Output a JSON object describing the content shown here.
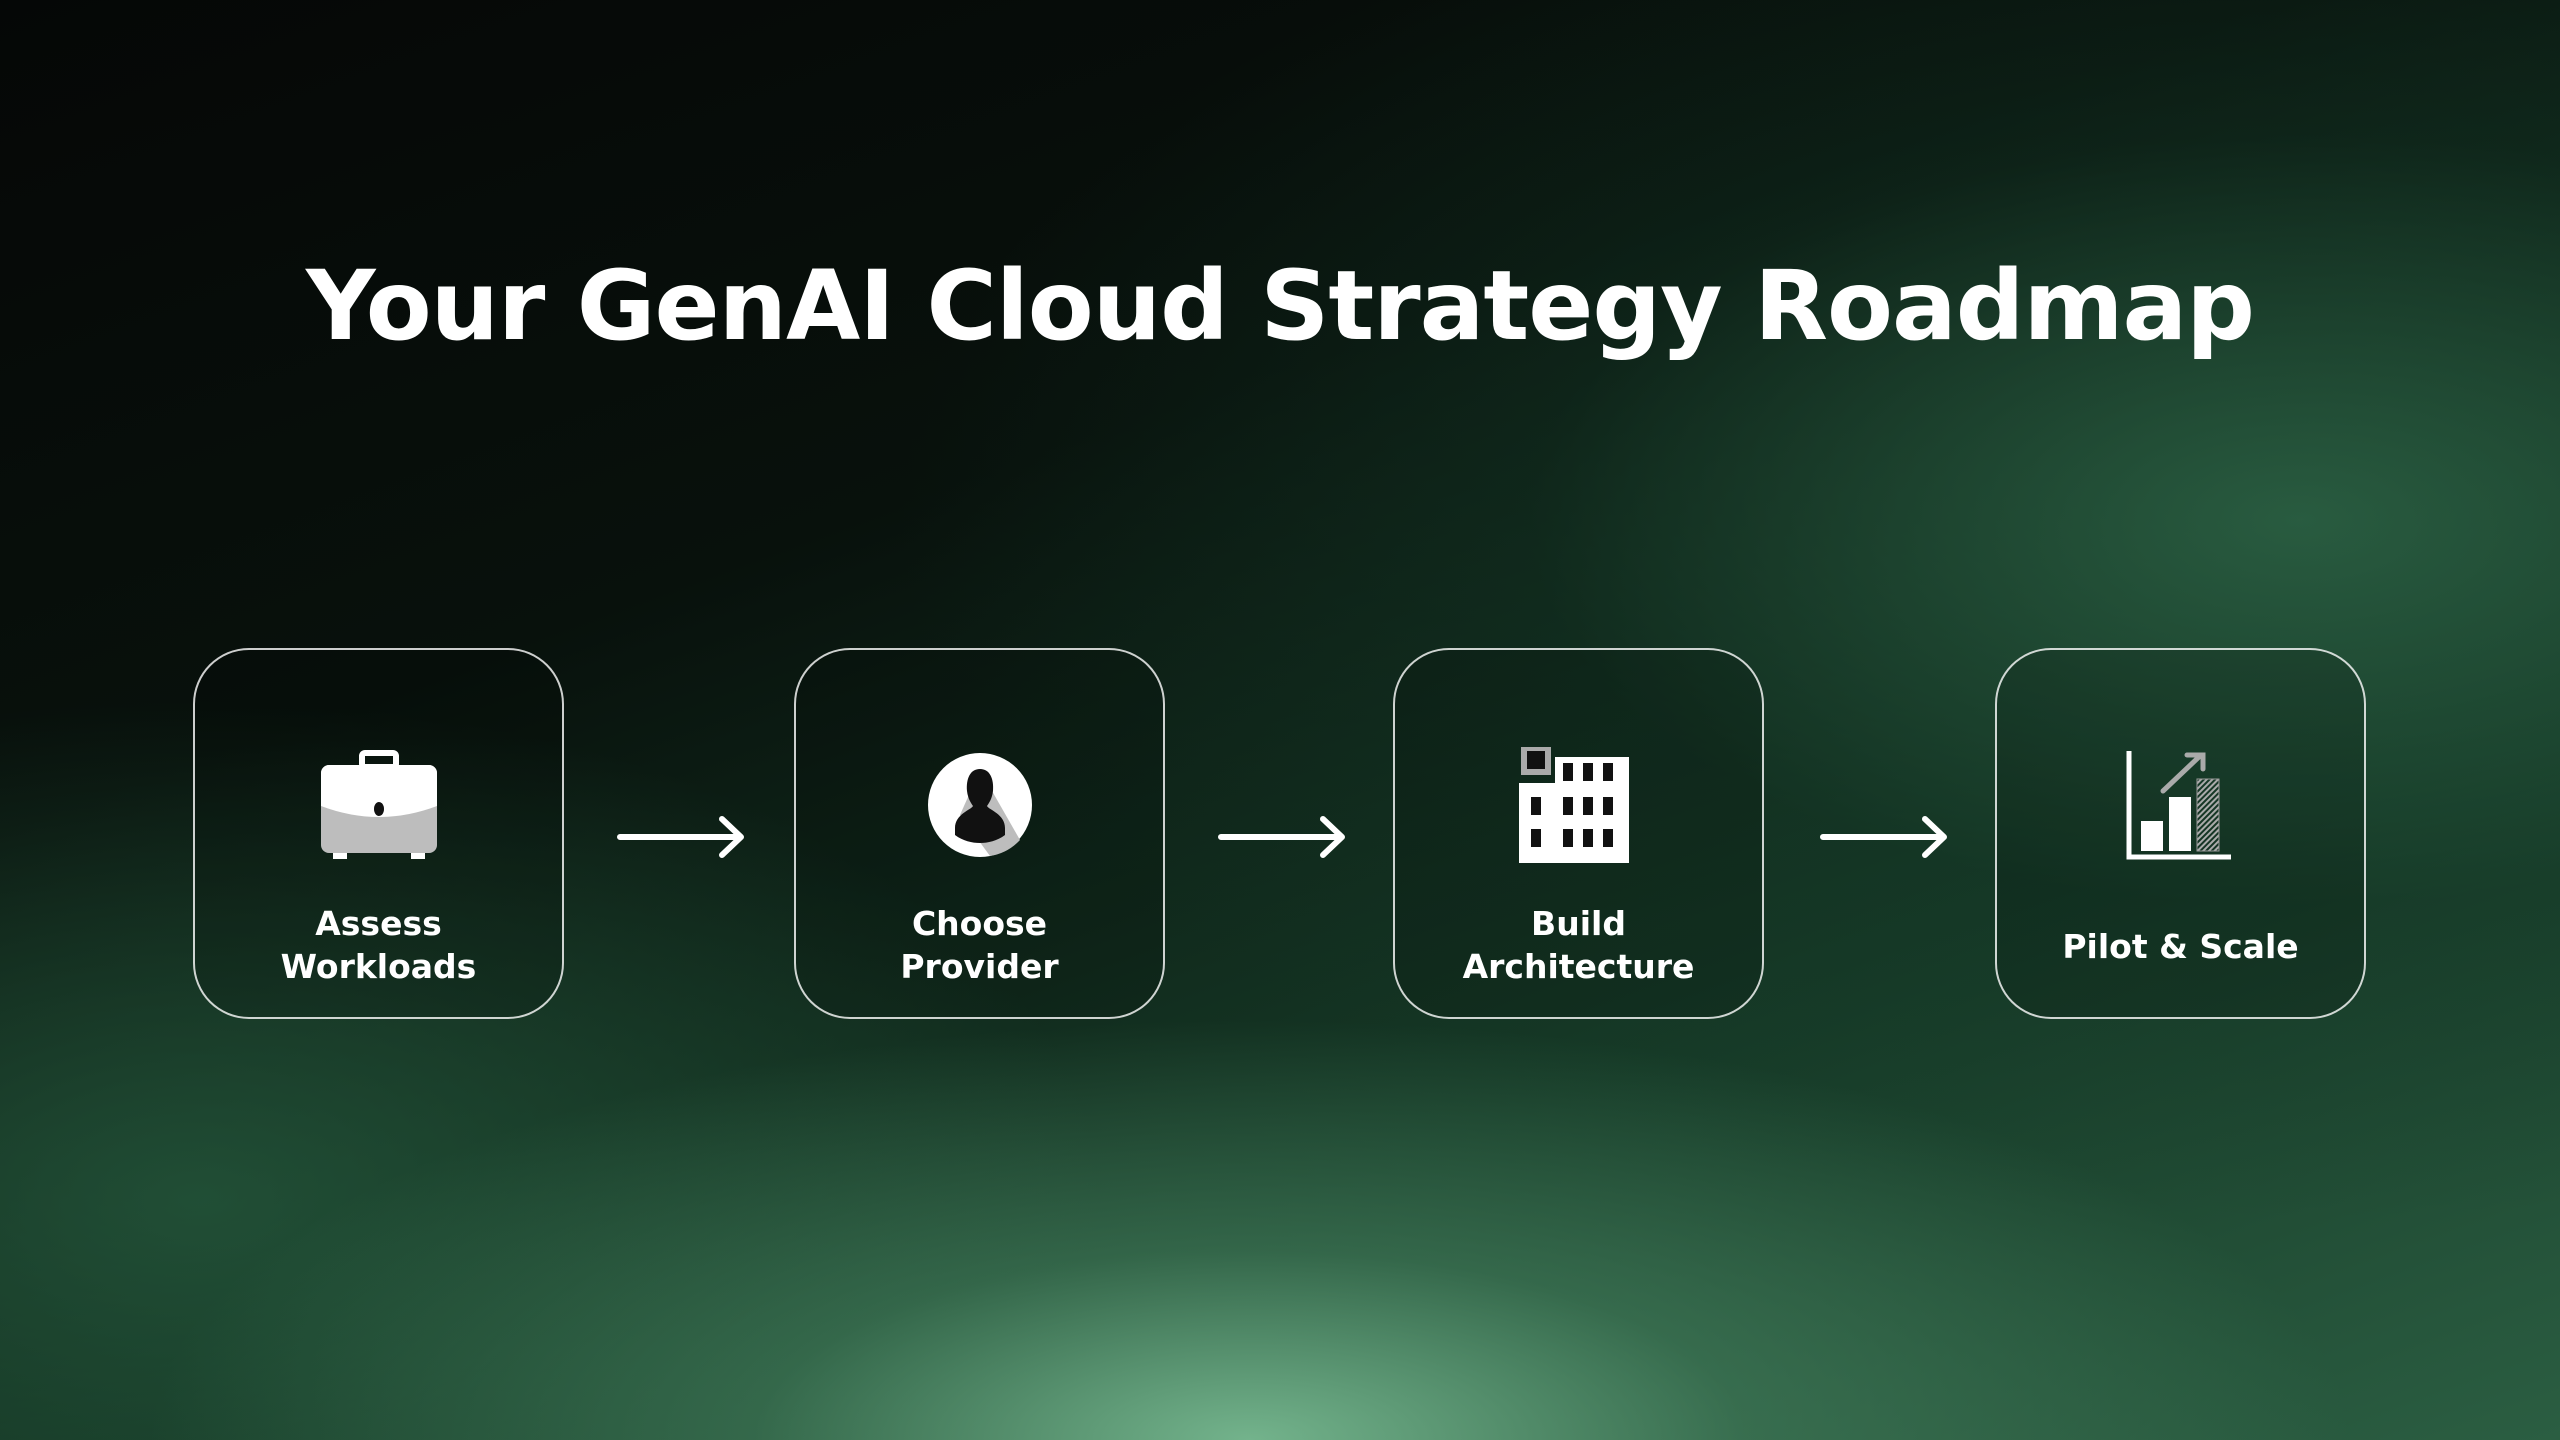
{
  "title": "Your GenAI Cloud Strategy Roadmap",
  "steps": [
    {
      "line1": "Assess",
      "line2": "Workloads",
      "icon": "briefcase-icon"
    },
    {
      "line1": "Choose",
      "line2": "Provider",
      "icon": "user-icon"
    },
    {
      "line1": "Build",
      "line2": "Architecture",
      "icon": "building-icon"
    },
    {
      "line1": "Pilot & Scale",
      "icon": "bar-chart-growth-icon"
    }
  ]
}
